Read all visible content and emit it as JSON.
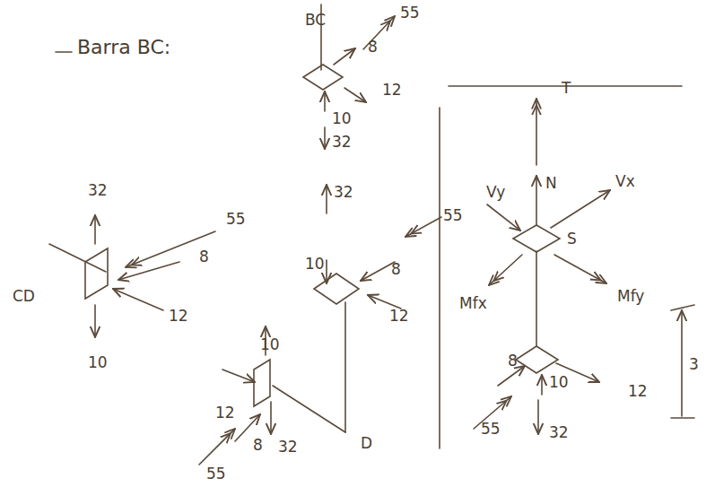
{
  "diagram": {
    "title": "Barra BC:",
    "labels": [
      "BC",
      "55",
      "8",
      "12",
      "10",
      "32",
      "32",
      "55",
      "8",
      "CD",
      "12",
      "10",
      "32",
      "55",
      "10",
      "8",
      "12",
      "10",
      "12",
      "8",
      "32",
      "D",
      "55",
      "T",
      "N",
      "Vy",
      "Vx",
      "S",
      "Mfx",
      "Mfy",
      "8",
      "10",
      "12",
      "55",
      "32",
      "3"
    ]
  }
}
